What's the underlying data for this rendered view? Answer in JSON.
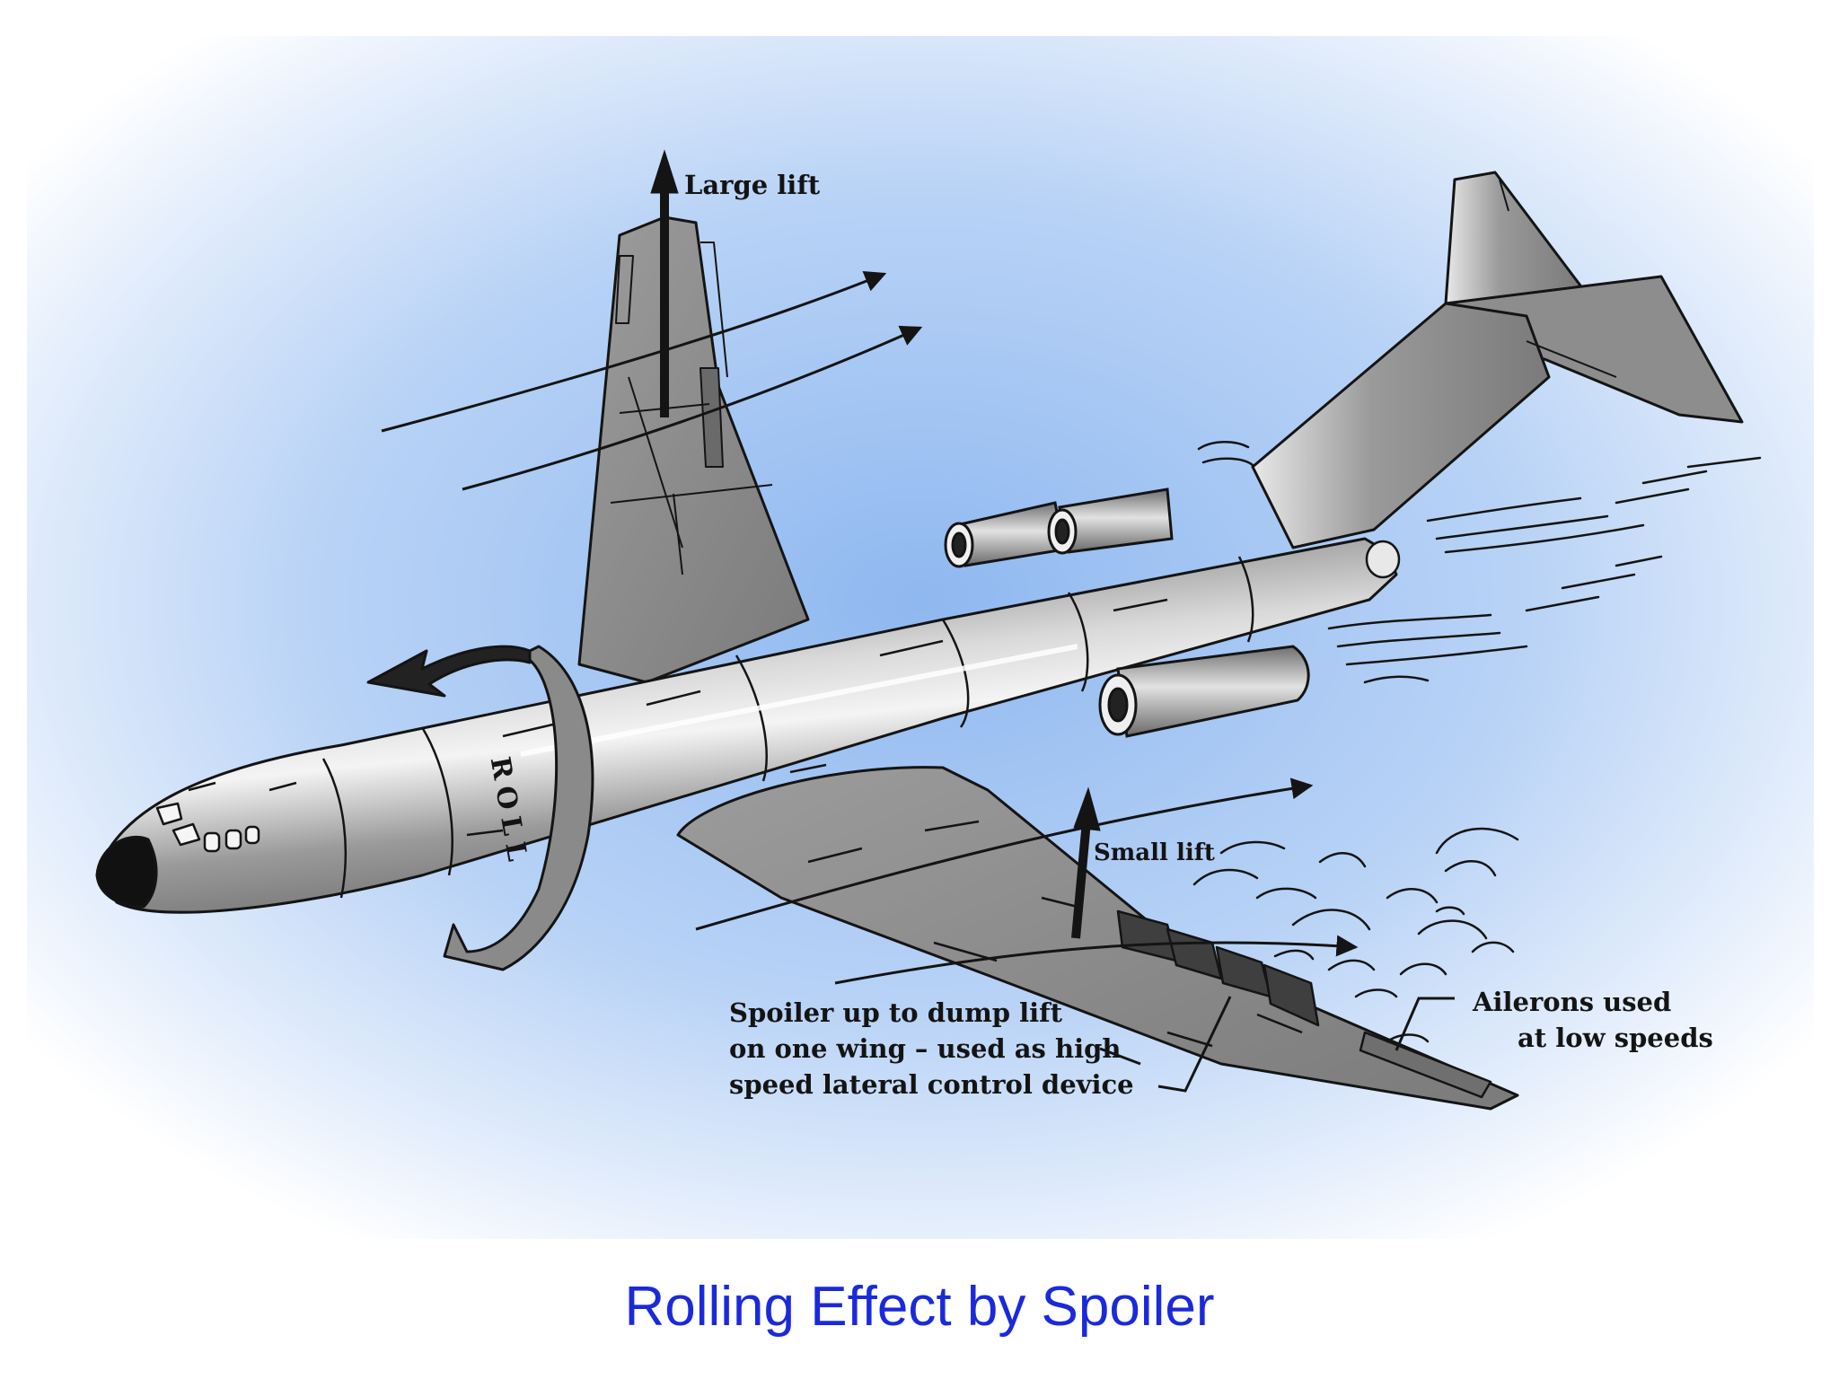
{
  "diagram": {
    "caption": "Rolling Effect by Spoiler",
    "labels": {
      "large_lift": "Large lift",
      "small_lift": "Small lift",
      "roll": "ROLL",
      "spoiler_line1": "Spoiler up to dump lift",
      "spoiler_line2": "on one wing – used as high",
      "spoiler_line3": "speed lateral control device",
      "ailerons_line1": "Ailerons used",
      "ailerons_line2": "at low speeds"
    }
  },
  "colors": {
    "caption": "#1a2adb",
    "background_glow": "#a9c8f3",
    "aircraft_metal": "#8a8a8a",
    "line_art": "#141414"
  }
}
